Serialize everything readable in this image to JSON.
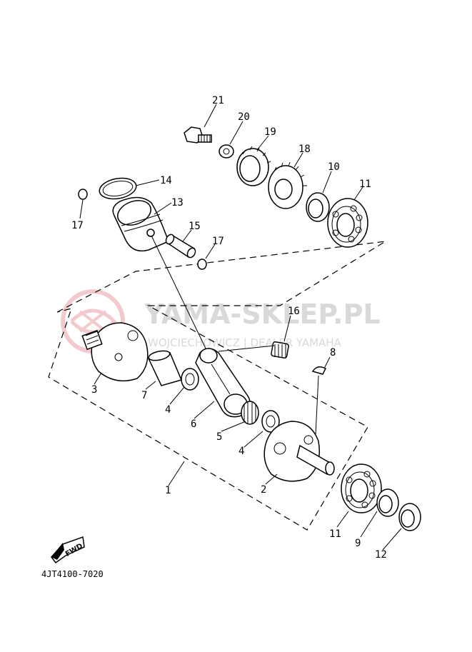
{
  "watermark": {
    "title": "YAMA-SKLEP.PL",
    "subtitle": "WOJCIECHOWICZ | DEALER YAMAHA",
    "logo_color": "#e8a0a6"
  },
  "fwd_label": "FWD",
  "diagram_code": "4JT4100-7020",
  "callouts": {
    "c1": "1",
    "c2": "2",
    "c3": "3",
    "c4a": "4",
    "c4b": "4",
    "c5": "5",
    "c6": "6",
    "c7": "7",
    "c8": "8",
    "c9": "9",
    "c10": "10",
    "c11a": "11",
    "c11b": "11",
    "c12": "12",
    "c13": "13",
    "c14": "14",
    "c15": "15",
    "c16": "16",
    "c17a": "17",
    "c17b": "17",
    "c18": "18",
    "c19": "19",
    "c20": "20",
    "c21": "21"
  }
}
